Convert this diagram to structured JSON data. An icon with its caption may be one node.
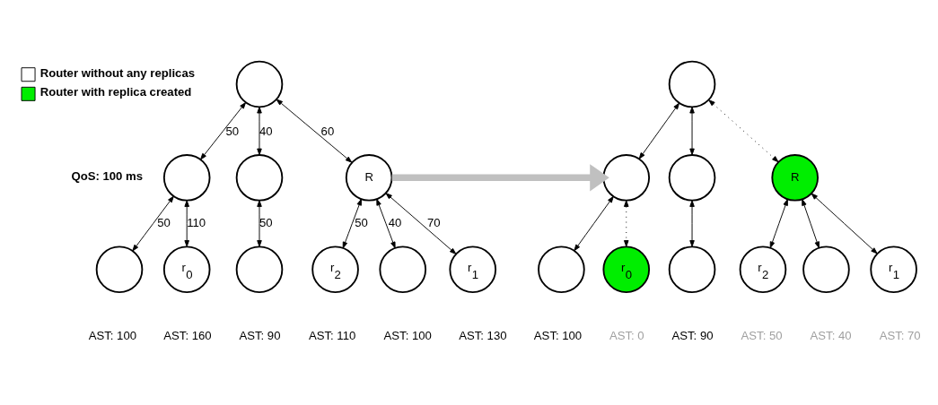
{
  "diagram": {
    "nodes": [
      {
        "text": [],
        "shape": "circle"
      },
      {
        "text": [],
        "shape": "circle"
      },
      {
        "text": [],
        "shape": "circle"
      },
      {
        "text": [
          "R"
        ]
      },
      {
        "text": [],
        "shape": "circle",
        "beside": [
          "AST: 100"
        ]
      },
      {
        "text": [
          "r$_{0}$"
        ],
        "beside": [
          "AST: 160"
        ]
      },
      {
        "text": [],
        "shape": "circle",
        "beside": [
          "AST: 90"
        ]
      },
      {
        "text": [
          "r$_{2}$"
        ],
        "beside": [
          "AST: 110"
        ]
      },
      {
        "text": [],
        "shape": "circle",
        "beside": [
          "AST: 100"
        ]
      },
      {
        "text": [
          "r$_{1}$"
        ],
        "beside": [
          "AST: 130"
        ]
      },
      {
        "text": [],
        "shape": "circle"
      },
      {
        "text": [],
        "shape": "circle"
      },
      {
        "text": [],
        "shape": "circle"
      },
      {
        "text": [
          "R"
        ]
      },
      {
        "text": [],
        "shape": "circle",
        "beside": [
          "AST: 100"
        ]
      },
      {
        "text": [
          "r$_{0}$"
        ],
        "beside": [
          "AST: 0"
        ]
      },
      {
        "text": [],
        "shape": "circle",
        "beside": [
          "AST: 90"
        ]
      },
      {
        "text": [
          "r$_{2}$"
        ],
        "beside": [
          "AST: 50"
        ]
      },
      {
        "text": [],
        "shape": "circle",
        "beside": [
          "AST: 40"
        ]
      },
      {
        "text": [
          "r$_{1}$"
        ],
        "beside": [
          "AST: 70"
        ]
      }
    ],
    "edges": [
      {
        "from": 0,
        "to": 1,
        "arrow": "both",
        "label": "50"
      },
      {
        "from": 0,
        "to": 2,
        "arrow": "both",
        "label": "40"
      },
      {
        "from": 0,
        "to": 3,
        "arrow": "both",
        "label": "60"
      },
      {
        "from": 1,
        "to": 4,
        "arrow": "both",
        "label": "50"
      },
      {
        "from": 1,
        "to": 5,
        "arrow": "both",
        "label": "110"
      },
      {
        "from": 2,
        "to": 6,
        "arrow": "both",
        "label": "50"
      },
      {
        "from": 3,
        "to": 7,
        "arrow": "both",
        "label": "50"
      },
      {
        "from": 3,
        "to": 8,
        "arrow": "both",
        "label": "40"
      },
      {
        "from": 3,
        "to": 9,
        "arrow": "both",
        "label": "70"
      },
      {
        "from": 10,
        "to": 11,
        "arrow": "both"
      },
      {
        "from": 10,
        "to": 12,
        "arrow": "both"
      },
      {
        "from": 10,
        "to": 13,
        "arrow": "both",
        "style": "dashed"
      },
      {
        "from": 11,
        "to": 14,
        "arrow": "both"
      },
      {
        "from": 11,
        "to": 15,
        "arrow": "both",
        "style": "dashed"
      },
      {
        "from": 12,
        "to": 16,
        "arrow": "both"
      },
      {
        "from": 13,
        "to": 17,
        "arrow": "both"
      },
      {
        "from": 13,
        "to": 18,
        "arrow": "both"
      },
      {
        "from": 13,
        "to": 19,
        "arrow": "both"
      },
      {
        "from": 3,
        "to": 11,
        "arrow": "to",
        "style": "thick",
        "color": "#c0c0c0"
      }
    ],
    "labels": [
      "QoS: 100 ms"
    ],
    "legend": [
      {
        "text": "Router without any replicas",
        "color": "#ffffff"
      },
      {
        "text": "Router with replica created",
        "color": "#00ee00"
      }
    ]
  }
}
